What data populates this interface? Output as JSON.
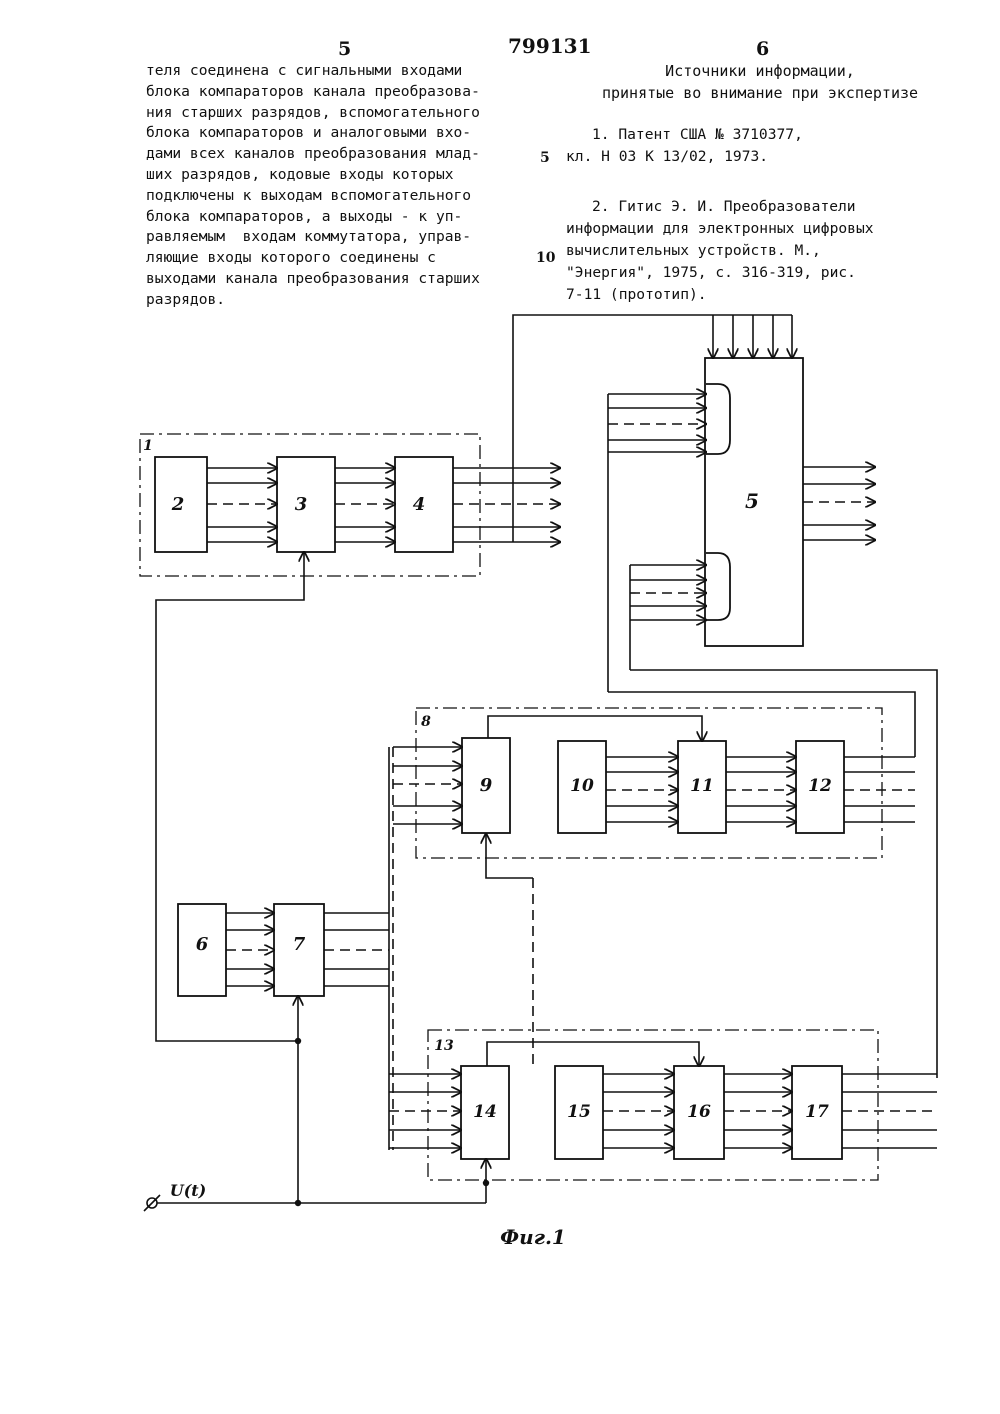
{
  "header": {
    "page_left": "5",
    "patent_number": "799131",
    "page_right": "6"
  },
  "left_column": {
    "lines": [
      "теля соединена с сигнальными входами",
      "блока компараторов канала преобразова-",
      "ния старших разрядов, вспомогательного",
      "блока компараторов и аналоговыми вхо-",
      "дами всех каналов преобразования млад-",
      "ших разрядов, кодовые входы которых",
      "подключены к выходам вспомогательного",
      "блока компараторов, а выходы - к уп-",
      "равляемым  входам коммутатора, управ-",
      "ляющие входы которого соединены с",
      "выходами канала преобразования старших",
      "разрядов."
    ]
  },
  "right_column": {
    "heading_line1": "Источники информации,",
    "heading_line2": "принятые во внимание при экспертизе",
    "ref1_line1": "1. Патент США № 3710377,",
    "ref1_line2": "кл. Н 03 К 13/02, 1973.",
    "ref2_lines": [
      "2. Гитис Э. И. Преобразователи",
      "информации для электронных цифровых",
      "вычислительных устройств. М.,",
      "\"Энергия\", 1975, с. 316-319, рис.",
      "7-11 (прототип)."
    ],
    "line_number_5": "5",
    "line_number_10": "10"
  },
  "diagram": {
    "labels": {
      "b1": "1",
      "b2": "2",
      "b3": "3",
      "b4": "4",
      "b5": "5",
      "b6": "6",
      "b7": "7",
      "b8": "8",
      "b9": "9",
      "b10": "10",
      "b11": "11",
      "b12": "12",
      "b13": "13",
      "b14": "14",
      "b15": "15",
      "b16": "16",
      "b17": "17"
    },
    "input_label": "U(t)",
    "caption": "Фиг.1"
  }
}
